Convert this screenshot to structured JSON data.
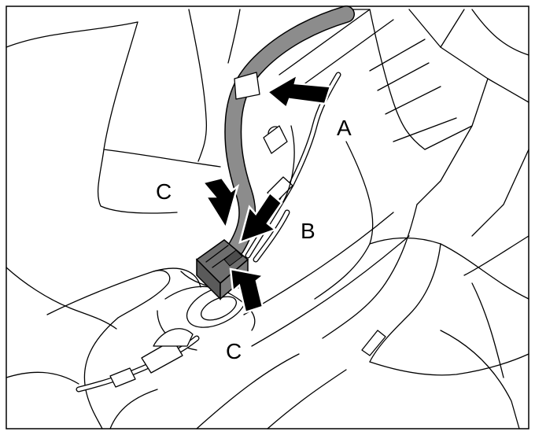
{
  "figure": {
    "labels": {
      "a": "A",
      "b": "B",
      "c_upper": "C",
      "c_lower": "C"
    },
    "colors": {
      "line": "#000000",
      "background": "#ffffff",
      "harness": "#8c8c8c",
      "connector": "#6e6e6e",
      "arrow": "#000000"
    },
    "icons": {
      "arrows": "solid-black-arrow"
    }
  }
}
